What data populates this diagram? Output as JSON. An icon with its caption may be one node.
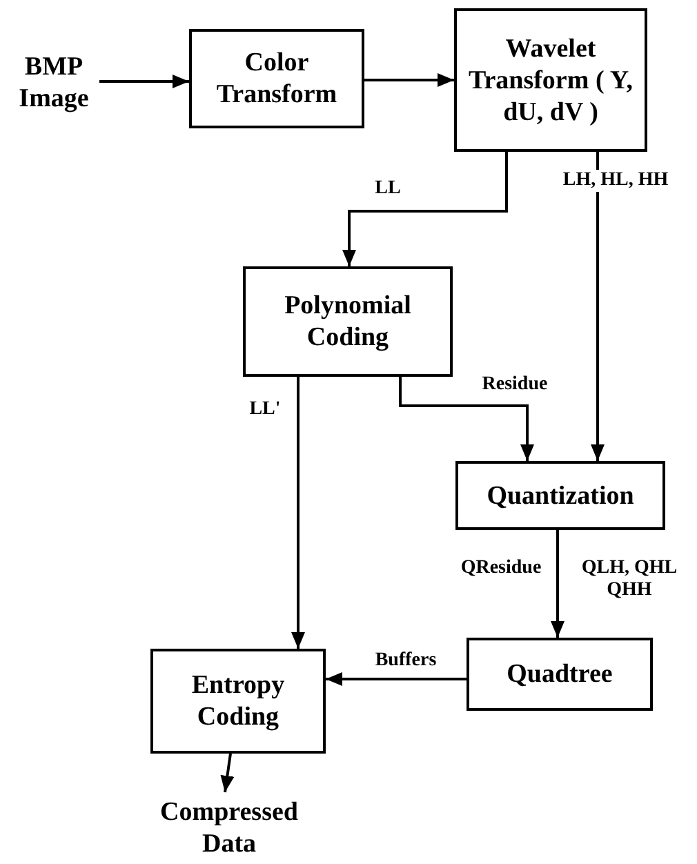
{
  "diagram": {
    "nodes": [
      {
        "text": [
          "BMP Image"
        ]
      },
      {
        "text": [
          "Color Transform"
        ]
      },
      {
        "text": [
          "Wavelet Transform ( Y, dU, dV )"
        ]
      },
      {
        "text": [
          "Polynomial Coding"
        ]
      },
      {
        "text": [
          "Quantization"
        ]
      },
      {
        "text": [
          "Quadtree"
        ]
      },
      {
        "text": [
          "Entropy Coding"
        ]
      },
      {
        "text": [
          "Compressed Data"
        ]
      }
    ],
    "edges": [
      {
        "from": 0,
        "to": 1,
        "arrow": "to"
      },
      {
        "from": 1,
        "to": 2,
        "arrow": "to"
      },
      {
        "from": 2,
        "to": 3,
        "arrow": "to",
        "label": "LL"
      },
      {
        "from": 2,
        "to": 4,
        "arrow": "to",
        "label": "LH, HL, HH"
      },
      {
        "from": 3,
        "to": 4,
        "arrow": "to",
        "label": "Residue"
      },
      {
        "from": 3,
        "to": 6,
        "arrow": "to",
        "label": "LL'"
      },
      {
        "from": 4,
        "to": 5,
        "arrow": "to",
        "label": "QLH, QHL QHH"
      },
      {
        "from": 5,
        "to": 6,
        "arrow": "to",
        "label": "Buffers"
      },
      {
        "from": 6,
        "to": 7,
        "arrow": "to"
      }
    ],
    "labels": [
      "QResidue"
    ]
  }
}
